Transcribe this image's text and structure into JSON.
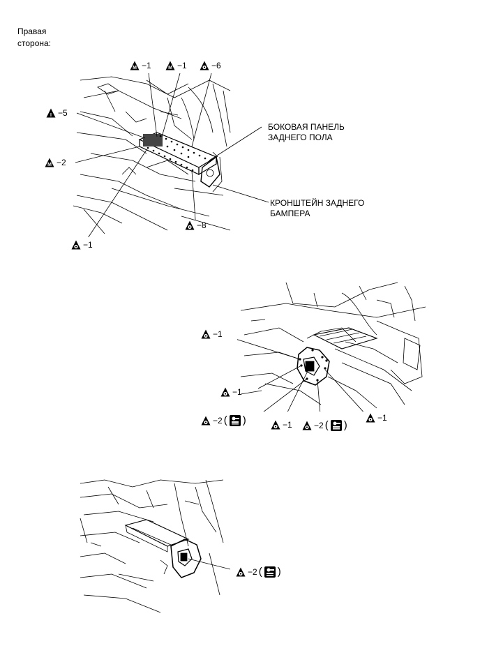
{
  "header": {
    "title_line1": "Правая",
    "title_line2": "сторона:"
  },
  "callouts": {
    "side_panel_line1": "БОКОВАЯ ПАНЕЛЬ",
    "side_panel_line2": "ЗАДНЕГО ПОЛА",
    "bracket_line1": "КРОНШТЕЙН ЗАДНЕГО",
    "bracket_line2": "БАМПЕРА"
  },
  "figure1": {
    "labels": [
      {
        "symbol": "M-triangle-icon",
        "text": "−1"
      },
      {
        "symbol": "M-triangle-icon",
        "text": "−1"
      },
      {
        "symbol": "circle-triangle-icon",
        "text": "−6"
      },
      {
        "symbol": "I-triangle-icon",
        "text": "−5"
      },
      {
        "symbol": "M-triangle-icon",
        "text": "−2"
      },
      {
        "symbol": "circle-triangle-icon",
        "text": "−8"
      },
      {
        "symbol": "circle-triangle-icon",
        "text": "−1"
      }
    ]
  },
  "figure2": {
    "labels": [
      {
        "symbol": "circle-triangle-icon",
        "text": "−1"
      },
      {
        "symbol": "circle-triangle-icon",
        "text": "−1"
      },
      {
        "symbol": "circle-triangle-icon",
        "text": "−2",
        "tool": "spot-welder-icon"
      },
      {
        "symbol": "circle-triangle-icon",
        "text": "−1"
      },
      {
        "symbol": "circle-triangle-icon",
        "text": "−2",
        "tool": "spot-welder-icon"
      },
      {
        "symbol": "circle-triangle-icon",
        "text": "−1"
      }
    ]
  },
  "figure3": {
    "labels": [
      {
        "symbol": "circle-triangle-icon",
        "text": "−2",
        "tool": "spot-welder-icon"
      }
    ]
  }
}
